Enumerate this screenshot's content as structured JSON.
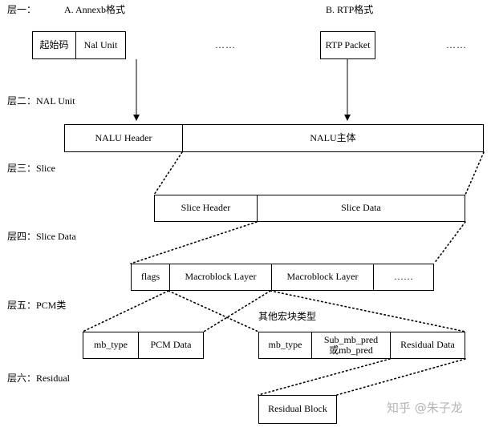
{
  "layers": {
    "l1": "层一：",
    "l2": "层二：NAL Unit",
    "l3": "层三：Slice",
    "l4": "层四：Slice Data",
    "l5": "层五：PCM类",
    "l6": "层六：Residual"
  },
  "formats": {
    "annexb_title": "A. Annexb格式",
    "rtp_title": "B. RTP格式",
    "start_code": "起始码",
    "nal_unit": "Nal Unit",
    "ellipsis_1": "……",
    "rtp_packet": "RTP Packet",
    "ellipsis_2": "……"
  },
  "nal": {
    "header": "NALU Header",
    "body": "NALU主体"
  },
  "slice": {
    "header": "Slice Header",
    "data": "Slice Data"
  },
  "slice_data": {
    "flags": "flags",
    "mb_layer_1": "Macroblock Layer",
    "mb_layer_2": "Macroblock Layer",
    "ellipsis": "……"
  },
  "pcm": {
    "mb_type": "mb_type",
    "pcm_data": "PCM Data"
  },
  "other": {
    "title": "其他宏块类型",
    "mb_type": "mb_type",
    "sub_mb_pred_1": "Sub_mb_pred",
    "sub_mb_pred_2": "或mb_pred",
    "residual_data": "Residual Data"
  },
  "residual": {
    "block": "Residual Block"
  },
  "watermark": "知乎 @朱子龙"
}
